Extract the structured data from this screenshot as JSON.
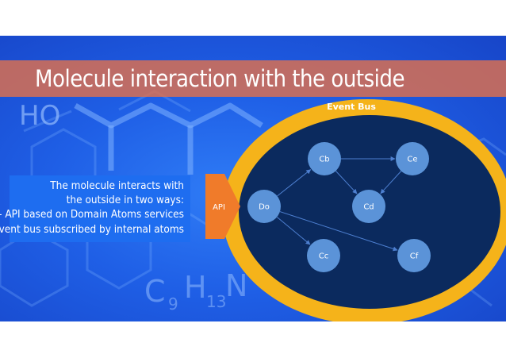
{
  "slide": {
    "title": "Molecule interaction with the outside",
    "background_formula": {
      "c": "C",
      "c_sub": "9",
      "h": "H",
      "h_sub": "13",
      "n": "N"
    },
    "background_ho": "HO",
    "info_lines": [
      "The molecule interacts with",
      "the outside in two ways:",
      "- API based on Domain Atoms services",
      "- Event bus subscribed by internal atoms"
    ]
  },
  "diagram": {
    "event_bus_label": "Event Bus",
    "api_label": "API",
    "nodes": [
      {
        "id": "do",
        "label": "Do"
      },
      {
        "id": "cb",
        "label": "Cb"
      },
      {
        "id": "ce",
        "label": "Ce"
      },
      {
        "id": "cd",
        "label": "Cd"
      },
      {
        "id": "cc",
        "label": "Cc"
      },
      {
        "id": "cf",
        "label": "Cf"
      }
    ],
    "edges": [
      {
        "from": "do",
        "to": "cb"
      },
      {
        "from": "do",
        "to": "cc"
      },
      {
        "from": "do",
        "to": "cf"
      },
      {
        "from": "cb",
        "to": "ce"
      },
      {
        "from": "cb",
        "to": "cd"
      },
      {
        "from": "ce",
        "to": "cd"
      }
    ],
    "colors": {
      "ring": "#f5b31a",
      "core": "#0b2a5e",
      "node": "#5b93d8",
      "api": "#f07b2a",
      "title_bar": "#e0704c"
    }
  }
}
